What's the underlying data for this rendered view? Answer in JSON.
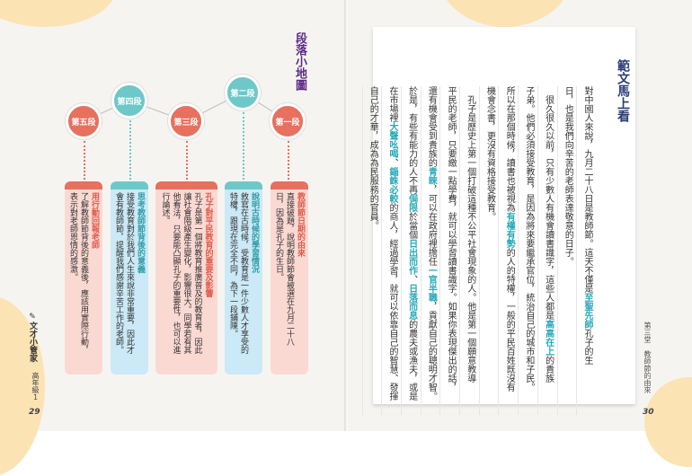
{
  "left": {
    "map_title": "段落小地圖",
    "nodes": [
      {
        "label": "第一段",
        "color": "#e7705f"
      },
      {
        "label": "第二段",
        "color": "#6ec8c8"
      },
      {
        "label": "第三段",
        "color": "#e7705f"
      },
      {
        "label": "第四段",
        "color": "#6ec8c8"
      },
      {
        "label": "第五段",
        "color": "#e7705f"
      }
    ],
    "cards": [
      {
        "title": "教師節日期的由來",
        "lines": [
          "直接破題，說明教師節會被選在九月二十八",
          "日，因為是孔子的生日。"
        ]
      },
      {
        "title": "說明古時候的學習情況",
        "lines": [
          "敘寫在古時候，受教育是一件少數人才享受的",
          "特權，跟現在完全不同，為下一段鋪陳。"
        ]
      },
      {
        "title": "孔子對平民教育的重要及影響",
        "lines": [
          "孔子是第一個將教育推廣普及的教育者，因此",
          "讓社會階級產生變化，影響很大。同學若有其",
          "他看法，只要能凸顯孔子的重要性，也可以進",
          "行論述。"
        ]
      },
      {
        "title": "思考教師節背後的意義",
        "lines": [
          "接受教育對於我們人生來說非常重要，因此才",
          "會有教師節，提醒我們感謝辛苦工作的老師。"
        ]
      },
      {
        "title": "用行動回報老師",
        "lines": [
          "了解教師節背後的意義後，應該用實際行動，",
          "表示對老師恩情的感激。"
        ]
      }
    ],
    "series": "文才小管家",
    "grade": "高年級1",
    "page": "29"
  },
  "right": {
    "heading": "範文馬上看",
    "columns": [
      [
        {
          "t": "對中國人來說，九月二十八日是教師節。這天不僅是"
        },
        {
          "t": "至聖先師",
          "hl": true
        },
        {
          "t": "孔子的生"
        }
      ],
      [
        {
          "t": "日，也是我們向辛苦的老師表達敬意的日子。"
        }
      ],
      [
        {
          "t": "　很久很久以前，只有少數人有機會讀書識字，這些人都是"
        },
        {
          "t": "高高在上",
          "hl": true
        },
        {
          "t": "的貴族"
        }
      ],
      [
        {
          "t": "子弟。他們必須接受教育，是因為將來要繼承官位，統治自己的城市和子民。"
        }
      ],
      [
        {
          "t": "所以在那個時候，讀書也被視為"
        },
        {
          "t": "有權有勢",
          "hl": true
        },
        {
          "t": "的人的特權，一般的平民百姓既沒有"
        }
      ],
      [
        {
          "t": "機會念書，更沒有資格接受教育。"
        }
      ],
      [
        {
          "t": "　孔子是歷史上第一個打破這種不公平社會現象的人。他是第一個願意教導"
        }
      ],
      [
        {
          "t": "平民的老師，只要繳一點學費，就可以學習讀書識字。如果你表現傑出的話，"
        }
      ],
      [
        {
          "t": "還有機會受到貴族的"
        },
        {
          "t": "青睞",
          "hl": true
        },
        {
          "t": "，可以在政府裡擔任"
        },
        {
          "t": "一官半職",
          "hl": true
        },
        {
          "t": "，貢獻自己的聰明才智。"
        }
      ],
      [
        {
          "t": "於是，有些有能力的人不再"
        },
        {
          "t": "侷限",
          "hl": true
        },
        {
          "t": "於當個"
        },
        {
          "t": "日出而作",
          "hl": true
        },
        {
          "t": "、"
        },
        {
          "t": "日落而息",
          "hl": true
        },
        {
          "t": "的農夫或漁夫，或是"
        }
      ],
      [
        {
          "t": "在市場裡"
        },
        {
          "t": "大聲吆喝",
          "hl": true
        },
        {
          "t": "、"
        },
        {
          "t": "錙銖必較",
          "hl": true
        },
        {
          "t": "的商人，經過學習，就可以依靠自己的智慧、發揮"
        }
      ],
      [
        {
          "t": "自己的才華，成為為民服務的官員。"
        }
      ]
    ],
    "chapter": "第三堂　教師節的由來",
    "page": "30"
  }
}
